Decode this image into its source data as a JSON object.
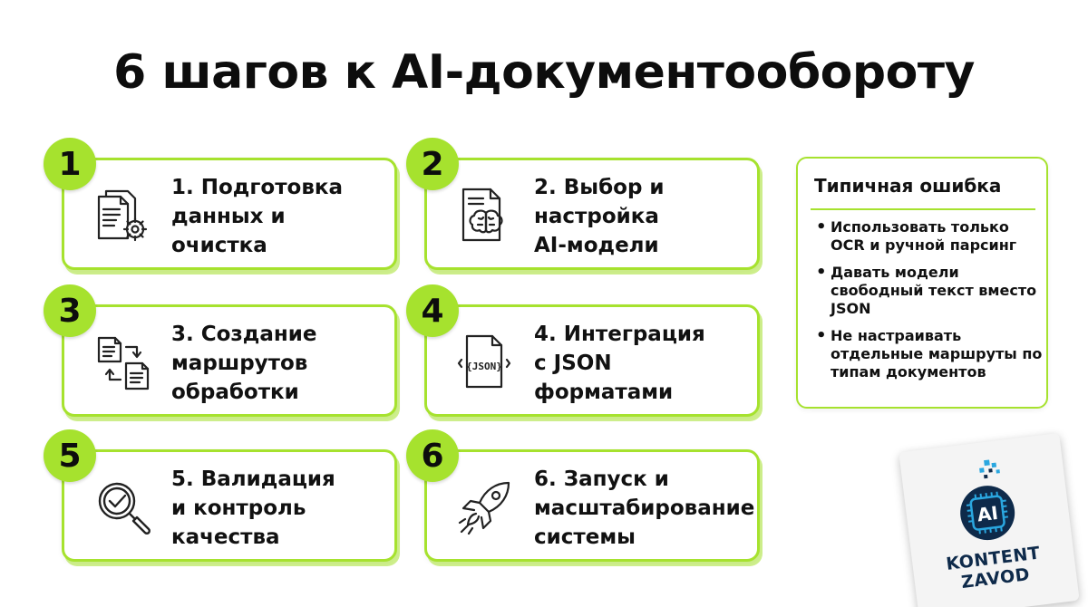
{
  "title": "6 шагов к AI-документообороту",
  "steps": [
    {
      "number": "1",
      "icon": "documents-gear-icon",
      "text": "1. Подготовка\nданных и\nочистка"
    },
    {
      "number": "2",
      "icon": "document-brain-icon",
      "text": "2. Выбор и\nнастройка\nAI-модели"
    },
    {
      "number": "3",
      "icon": "documents-route-icon",
      "text": "3. Создание\nмаршрутов\nобработки"
    },
    {
      "number": "4",
      "icon": "json-document-icon",
      "text": "4. Интеграция\nс JSON\nформатами"
    },
    {
      "number": "5",
      "icon": "magnifier-check-icon",
      "text": "5. Валидация\nи контроль\nкачества"
    },
    {
      "number": "6",
      "icon": "rocket-icon",
      "text": "6. Запуск и\nмасштабирование\nсистемы"
    }
  ],
  "json_icon_label": "{JSON}",
  "mistake": {
    "title": "Типичная ошибка",
    "items": [
      "Использовать только OCR и ручной парсинг",
      "Давать модели свободный текст вместо JSON",
      "Не настраивать отдельные маршруты по типам документов"
    ]
  },
  "logo": {
    "badge": "AI",
    "line1": "KONTENT",
    "line2": "ZAVOD"
  },
  "colors": {
    "accent": "#a6e22e",
    "text": "#111111",
    "logo_dark": "#0e2a4a"
  }
}
